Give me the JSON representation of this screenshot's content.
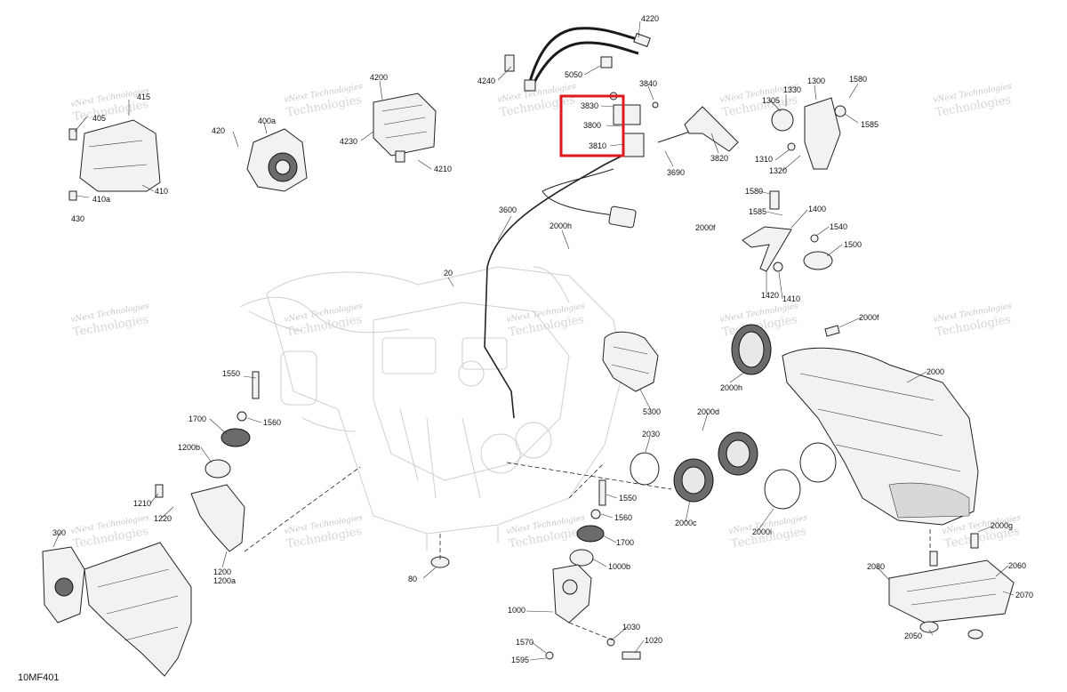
{
  "diagram_code": "10MF401",
  "watermark": {
    "line1": "vNext Technologies",
    "line2": "Technologies"
  },
  "highlight": {
    "color": "#e0191f",
    "contains": [
      "3830",
      "3800",
      "3810"
    ]
  },
  "part_labels": [
    "415",
    "405",
    "410",
    "410a",
    "430",
    "420",
    "400a",
    "4200",
    "4230",
    "4210",
    "4240",
    "5050",
    "4220",
    "3830",
    "3800",
    "3810",
    "3840",
    "3690",
    "3820",
    "1305",
    "1330",
    "1300",
    "1580",
    "1585",
    "1310",
    "1320",
    "3600",
    "2000h",
    "20",
    "2000f",
    "1580",
    "1585",
    "1400",
    "1540",
    "1500",
    "1420",
    "1410",
    "2000f",
    "2000h",
    "2000",
    "5300",
    "1550",
    "1560",
    "1700",
    "1200b",
    "1210",
    "1220",
    "1200",
    "1200a",
    "300",
    "2000d",
    "2030",
    "1550",
    "1560",
    "1700",
    "1000b",
    "2000c",
    "2000i",
    "2000g",
    "2080",
    "2060",
    "2070",
    "2050",
    "80",
    "1000",
    "1570",
    "1595",
    "1030",
    "1020"
  ]
}
